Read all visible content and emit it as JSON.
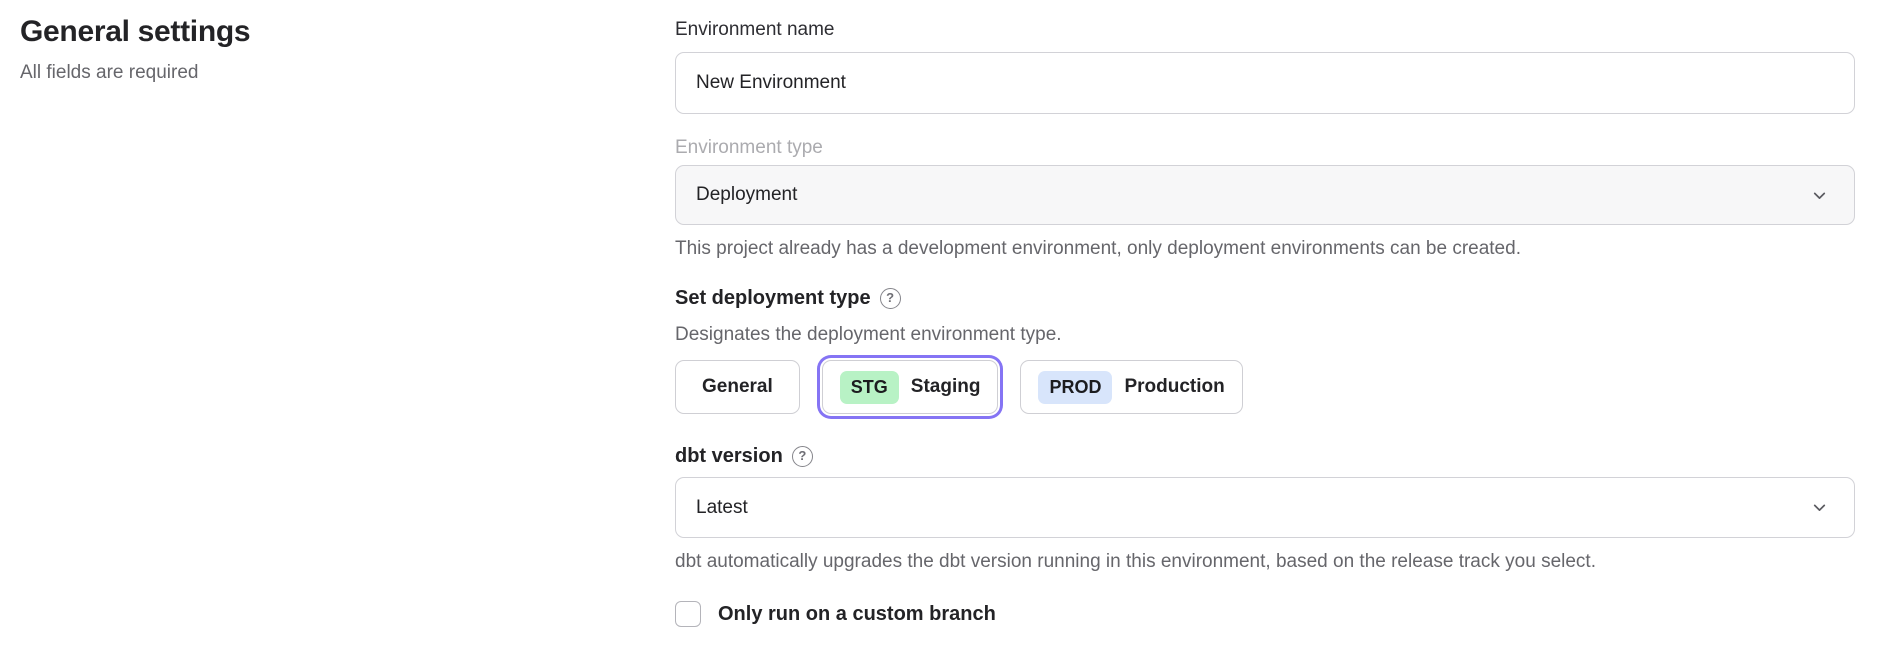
{
  "page": {
    "title": "General settings",
    "subtitle": "All fields are required"
  },
  "colors": {
    "accent_purple": "#8574f4",
    "badge_green": "#b8f2c5",
    "badge_blue": "#d8e5fb",
    "disabled_bg": "#f7f7f8",
    "border": "#d2d2d7",
    "muted_text": "#66666b"
  },
  "icons": {
    "help_glyph": "?",
    "chevron_down": "chevron-down"
  },
  "form": {
    "environment_name": {
      "label": "Environment name",
      "value": "New Environment"
    },
    "environment_type": {
      "label": "Environment type",
      "value": "Deployment",
      "disabled": true,
      "help_text": "This project already has a development environment, only deployment environments can be created."
    },
    "deployment_type": {
      "label": "Set deployment type",
      "description": "Designates the deployment environment type.",
      "options": [
        {
          "label": "General",
          "badge": "",
          "selected": false
        },
        {
          "label": "Staging",
          "badge": "STG",
          "selected": true
        },
        {
          "label": "Production",
          "badge": "PROD",
          "selected": false
        }
      ]
    },
    "dbt_version": {
      "label": "dbt version",
      "value": "Latest",
      "help_text": "dbt automatically upgrades the dbt version running in this environment, based on the release track you select."
    },
    "custom_branch": {
      "label": "Only run on a custom branch",
      "checked": false
    }
  }
}
